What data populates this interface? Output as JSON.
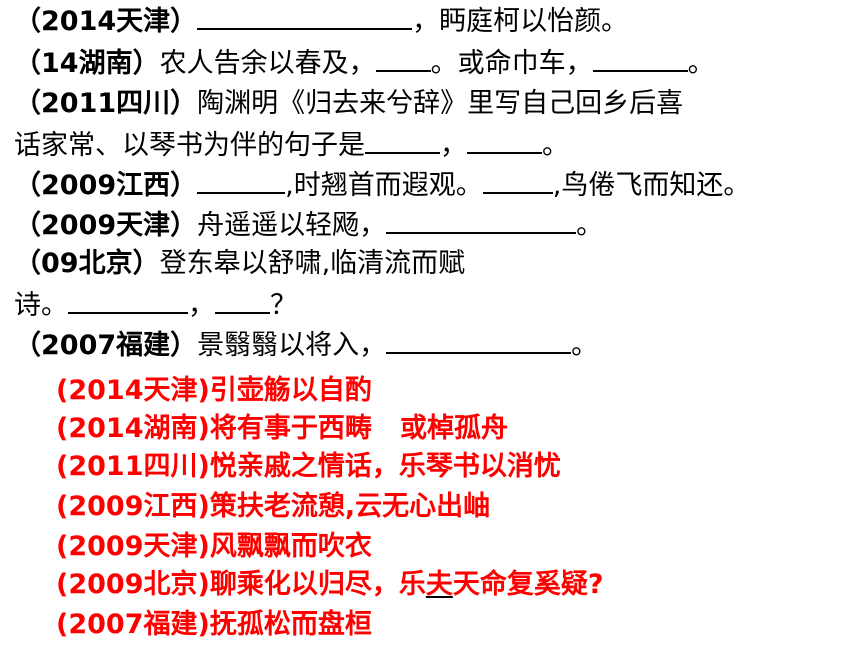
{
  "questions": [
    {
      "tag": "（2014天津）",
      "parts": [
        "",
        "，眄庭柯以怡颜。"
      ]
    },
    {
      "tag": "（14湖南）",
      "parts": [
        "农人告余以春及，",
        "。或命巾车，",
        "。"
      ]
    },
    {
      "tag": "（2011四川）",
      "parts": [
        "陶渊明《归去来兮辞》里写自己回乡后喜"
      ]
    },
    {
      "parts": [
        "话家常、以琴书为伴的句子是",
        "，",
        "。"
      ]
    },
    {
      "tag": "（2009江西）",
      "parts": [
        "",
        ",时翘首而遐观。",
        ",鸟倦飞而知还。"
      ]
    },
    {
      "tag": "（2009天津）",
      "parts": [
        "舟遥遥以轻飏，",
        "。"
      ]
    },
    {
      "tag": "（09北京）",
      "parts": [
        "登东皋以舒啸,临清流而赋"
      ]
    },
    {
      "parts": [
        "诗。",
        "，",
        "？"
      ]
    },
    {
      "tag": "（2007福建）",
      "parts": [
        "景翳翳以将入，",
        "。"
      ]
    }
  ],
  "answers": [
    {
      "tag": "(2014天津)",
      "text": "引壶觞以自酌"
    },
    {
      "tag": "(2014湖南)",
      "text": "将有事于西畴   或棹孤舟"
    },
    {
      "tag": "(2011四川)",
      "text": "悦亲戚之情话，乐琴书以消忧"
    },
    {
      "tag": "(2009江西)",
      "text": "策扶老流憩,云无心出岫"
    },
    {
      "tag": "(2009天津)",
      "text": "风飘飘而吹衣"
    },
    {
      "tag": "(2009北京)",
      "text_a": "聊乘化以归尽，乐",
      "text_u": "夫",
      "text_b": "天命复奚疑?"
    },
    {
      "tag": "(2007福建)",
      "text": "抚孤松而盘桓"
    }
  ],
  "colors": {
    "question": "#000000",
    "answer": "#ff0000"
  }
}
